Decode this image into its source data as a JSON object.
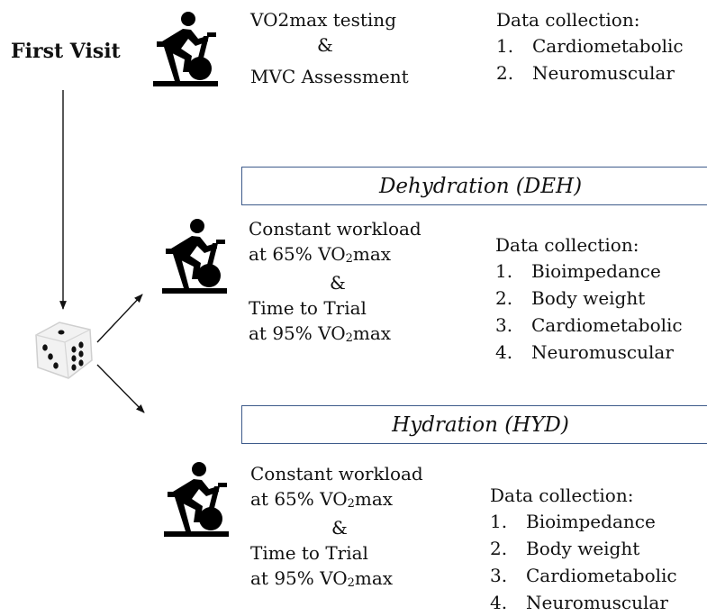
{
  "first_visit": {
    "label": "First Visit",
    "line1": "VO2max testing",
    "amp": "&",
    "line3": "MVC Assessment",
    "data_collection": {
      "title": "Data collection:",
      "items": [
        {
          "num": "1.",
          "text": "Cardiometabolic"
        },
        {
          "num": "2.",
          "text": "Neuromuscular"
        }
      ]
    }
  },
  "deh": {
    "title": "Dehydration (DEH)",
    "protocol": {
      "l1": "Constant workload",
      "l2_pre": "at 65% VO",
      "l2_sub": "2",
      "l2_post": "max",
      "amp": "&",
      "l4": "Time to Trial",
      "l5_pre": "at 95% VO",
      "l5_sub": "2",
      "l5_post": "max"
    },
    "data_collection": {
      "title": "Data collection:",
      "items": [
        {
          "num": "1.",
          "text": "Bioimpedance"
        },
        {
          "num": "2.",
          "text": "Body weight"
        },
        {
          "num": "3.",
          "text": "Cardiometabolic"
        },
        {
          "num": "4.",
          "text": "Neuromuscular"
        }
      ]
    }
  },
  "hyd": {
    "title": "Hydration (HYD)",
    "protocol": {
      "l1": "Constant workload",
      "l2_pre": "at 65% VO",
      "l2_sub": "2",
      "l2_post": "max",
      "amp": "&",
      "l4": "Time to Trial",
      "l5_pre": "at 95% VO",
      "l5_sub": "2",
      "l5_post": "max"
    },
    "data_collection": {
      "title": "Data collection:",
      "items": [
        {
          "num": "1.",
          "text": "Bioimpedance"
        },
        {
          "num": "2.",
          "text": "Body weight"
        },
        {
          "num": "3.",
          "text": "Cardiometabolic"
        },
        {
          "num": "4.",
          "text": "Neuromuscular"
        }
      ]
    }
  },
  "icons": {
    "cyclist": "stationary-bike-icon",
    "die": "dice-icon"
  },
  "colors": {
    "box_border": "#3d5a8a",
    "text": "#111111"
  }
}
